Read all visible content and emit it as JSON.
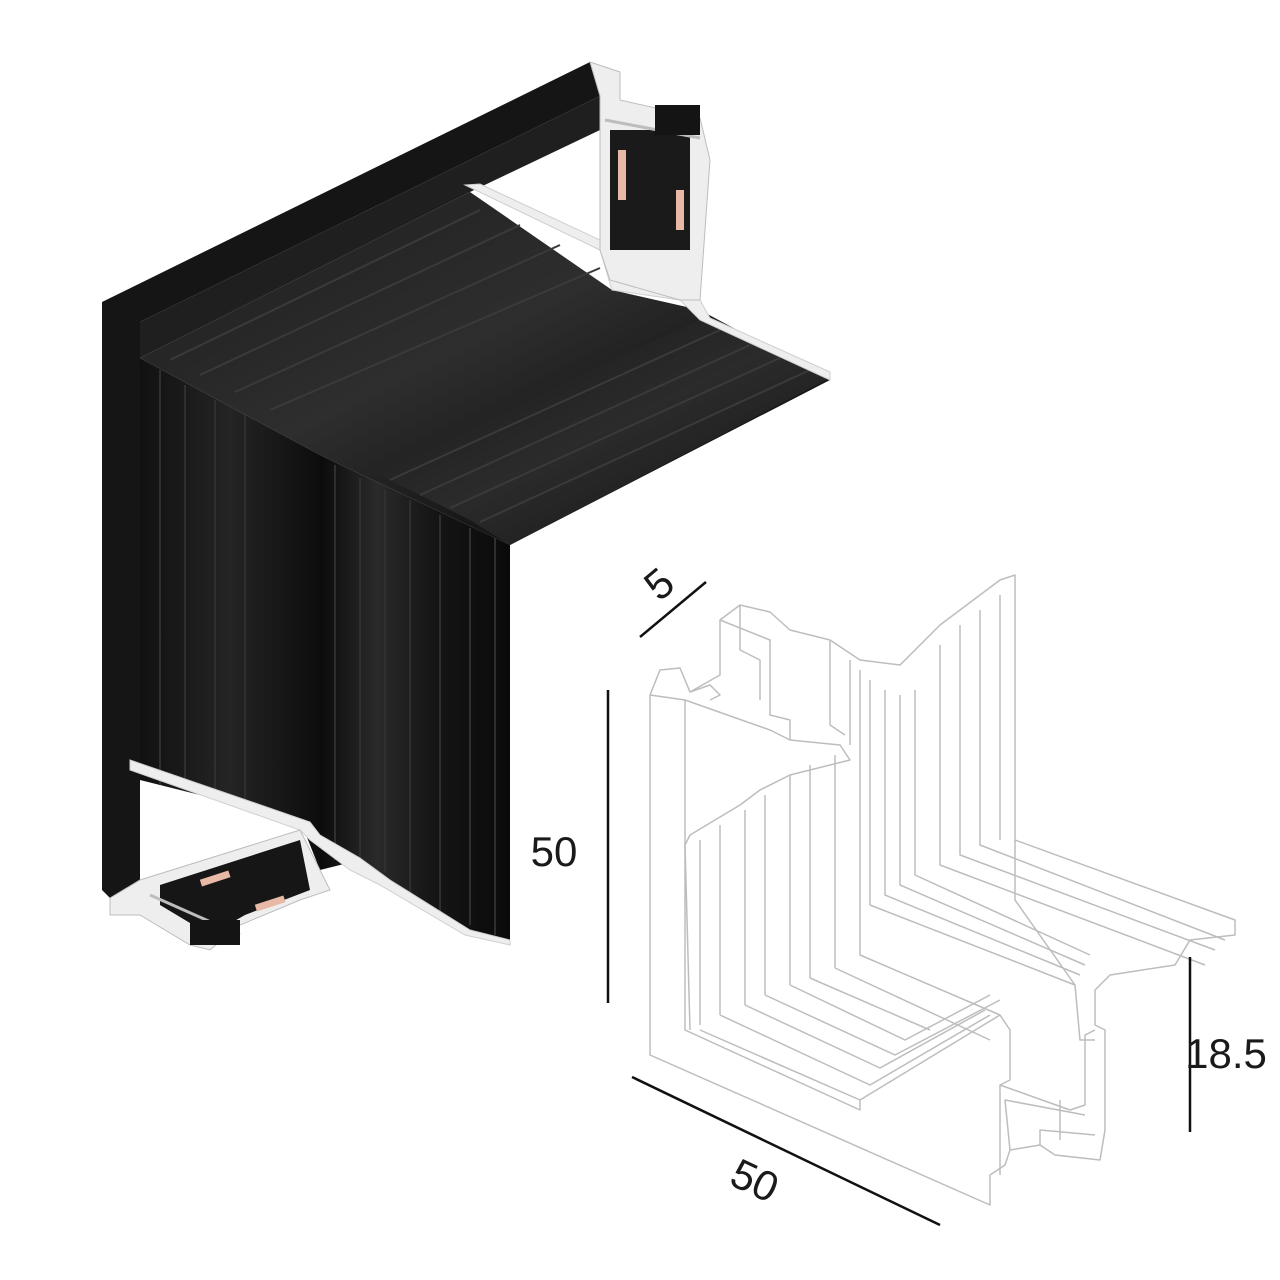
{
  "product_render": {
    "finish": "black",
    "body_color": "#141414",
    "highlight_color": "#3a3a3a",
    "cut_face_color": "#eeeeee",
    "contact_color": "#e8b9a6"
  },
  "technical_drawing": {
    "line_color": "#bdbdbd",
    "dimension_line_color": "#111111",
    "dimensions": {
      "depth": "5",
      "height": "50",
      "width": "50",
      "profile_height": "18.5"
    }
  }
}
